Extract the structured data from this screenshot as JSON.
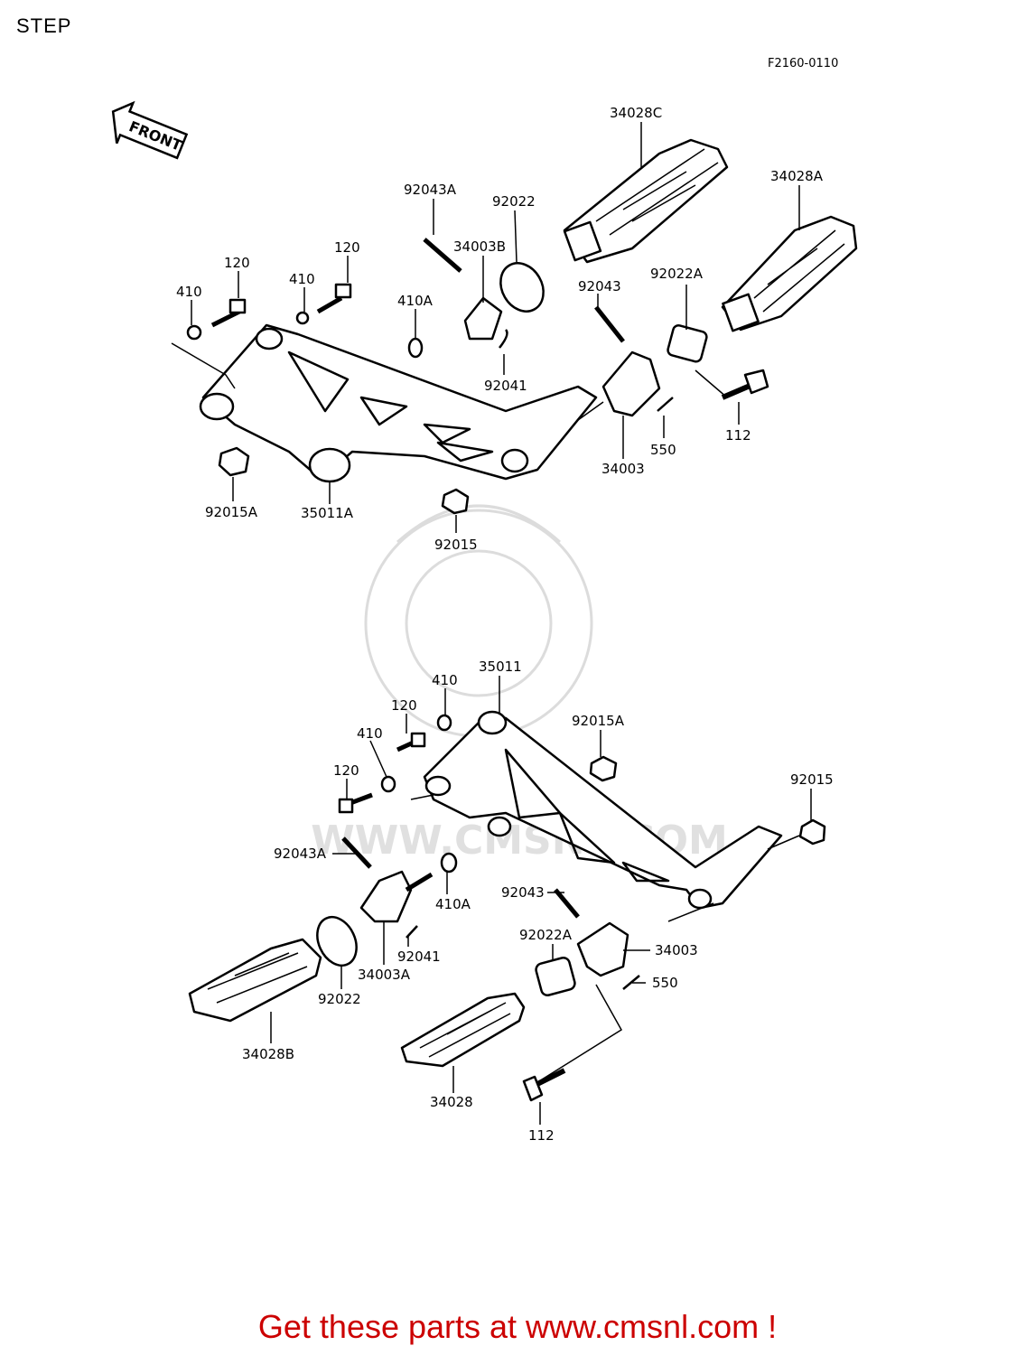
{
  "title": "STEP",
  "diagram_code": "F2160-0110",
  "front_arrow": "FRONT",
  "watermark": "WWW.CMSNL.COM",
  "footer_text": "Get these parts at www.cmsnl.com !",
  "colors": {
    "footer": "#cc0000",
    "line": "#000000",
    "watermark": "#d9d9d9"
  },
  "upper_assembly_labels": [
    "34028C",
    "34028A",
    "92043A",
    "92022",
    "34003B",
    "120",
    "120",
    "410",
    "410",
    "410A",
    "92043",
    "92022A",
    "92041",
    "112",
    "550",
    "34003",
    "92015A",
    "35011A",
    "92015"
  ],
  "lower_assembly_labels": [
    "410",
    "35011",
    "120",
    "410",
    "92015A",
    "120",
    "92015",
    "92043A",
    "410A",
    "92043",
    "34003",
    "92022A",
    "550",
    "92041",
    "34003A",
    "92022",
    "34028B",
    "34028",
    "112"
  ]
}
